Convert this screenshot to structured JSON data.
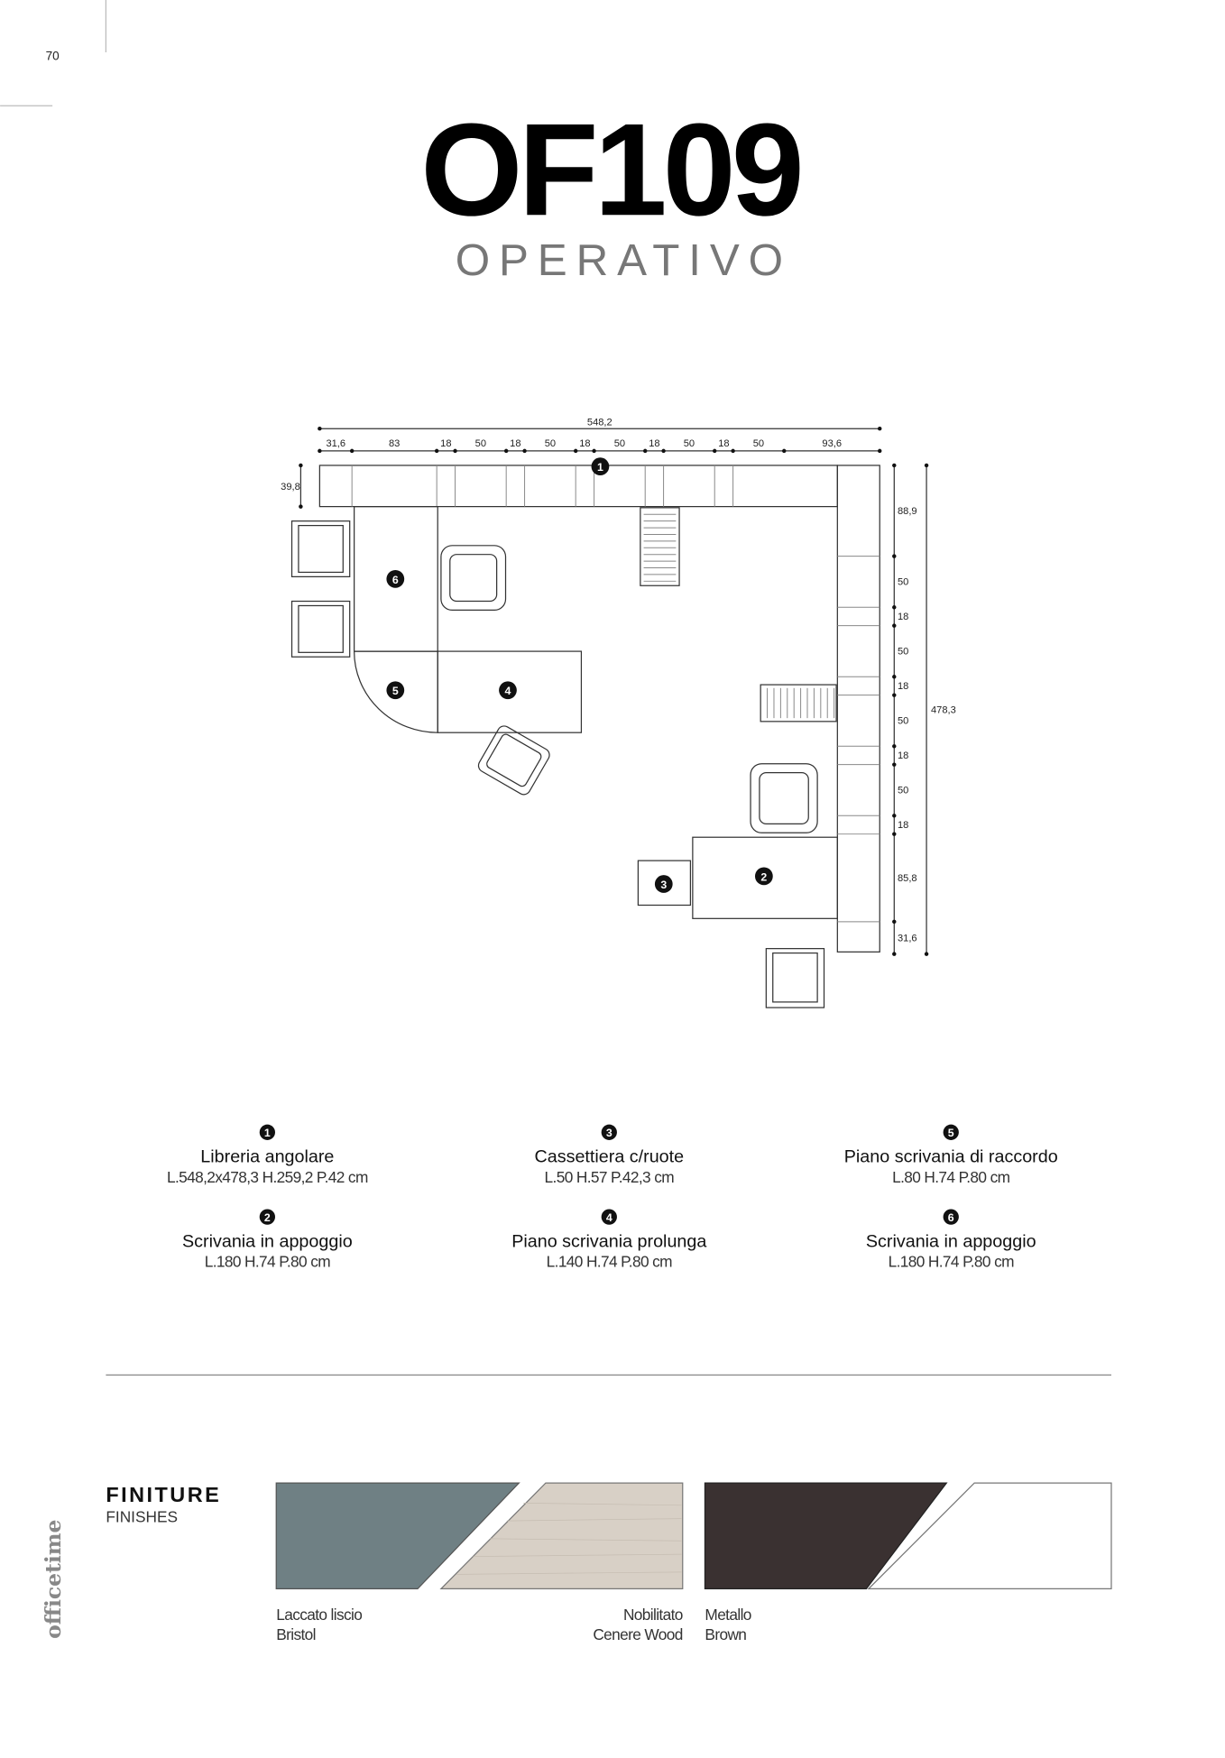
{
  "page_number": "70",
  "title": "OF109",
  "subtitle": "OPERATIVO",
  "plan": {
    "total_width": "548,2",
    "top_segments": [
      "31,6",
      "83",
      "18",
      "50",
      "18",
      "50",
      "18",
      "50",
      "18",
      "50",
      "18",
      "50",
      "93,6"
    ],
    "depth_label": "39,8",
    "right_segments": [
      "88,9",
      "50",
      "18",
      "50",
      "18",
      "50",
      "18",
      "50",
      "18",
      "85,8",
      "31,6"
    ],
    "total_depth": "478,3",
    "markers": [
      "1",
      "2",
      "3",
      "4",
      "5",
      "6"
    ]
  },
  "legend": [
    {
      "num": "1",
      "name": "Libreria angolare",
      "dims": "L.548,2x478,3 H.259,2 P.42 cm"
    },
    {
      "num": "2",
      "name": "Scrivania in appoggio",
      "dims": "L.180 H.74 P.80 cm"
    },
    {
      "num": "3",
      "name": "Cassettiera c/ruote",
      "dims": "L.50 H.57 P.42,3 cm"
    },
    {
      "num": "4",
      "name": "Piano scrivania prolunga",
      "dims": "L.140 H.74 P.80 cm"
    },
    {
      "num": "5",
      "name": "Piano scrivania di raccordo",
      "dims": "L.80 H.74 P.80 cm"
    },
    {
      "num": "6",
      "name": "Scrivania in appoggio",
      "dims": "L.180 H.74 P.80 cm"
    }
  ],
  "finishes": {
    "title": "FINITURE",
    "subtitle": "FINISHES",
    "swatches": [
      {
        "line1": "Laccato liscio",
        "line2": "Bristol",
        "color": "#6f8084"
      },
      {
        "line1": "Nobilitato",
        "line2": "Cenere Wood",
        "color": "#d8d0c6"
      },
      {
        "line1": "Metallo",
        "line2": "Brown",
        "color": "#3a3131"
      },
      {
        "color": "#ffffff"
      }
    ]
  },
  "brand": "officetime"
}
